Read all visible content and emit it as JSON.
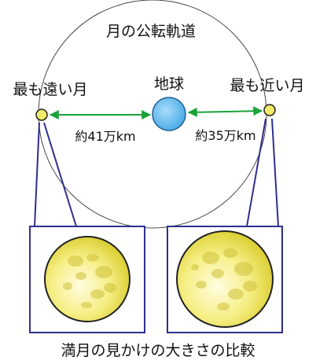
{
  "labels": {
    "orbit": "月の公転軌道",
    "earth": "地球",
    "far_moon": "最も遠い月",
    "near_moon": "最も近い月",
    "far_distance": "約41万km",
    "near_distance": "約35万km",
    "caption": "満月の見かけの大きさの比較"
  },
  "colors": {
    "earth": "#5bb8f0",
    "moon": "#f2ea6a",
    "arrow": "#1aa33a",
    "frame": "#2e2f8c",
    "orbit": "#444444"
  }
}
